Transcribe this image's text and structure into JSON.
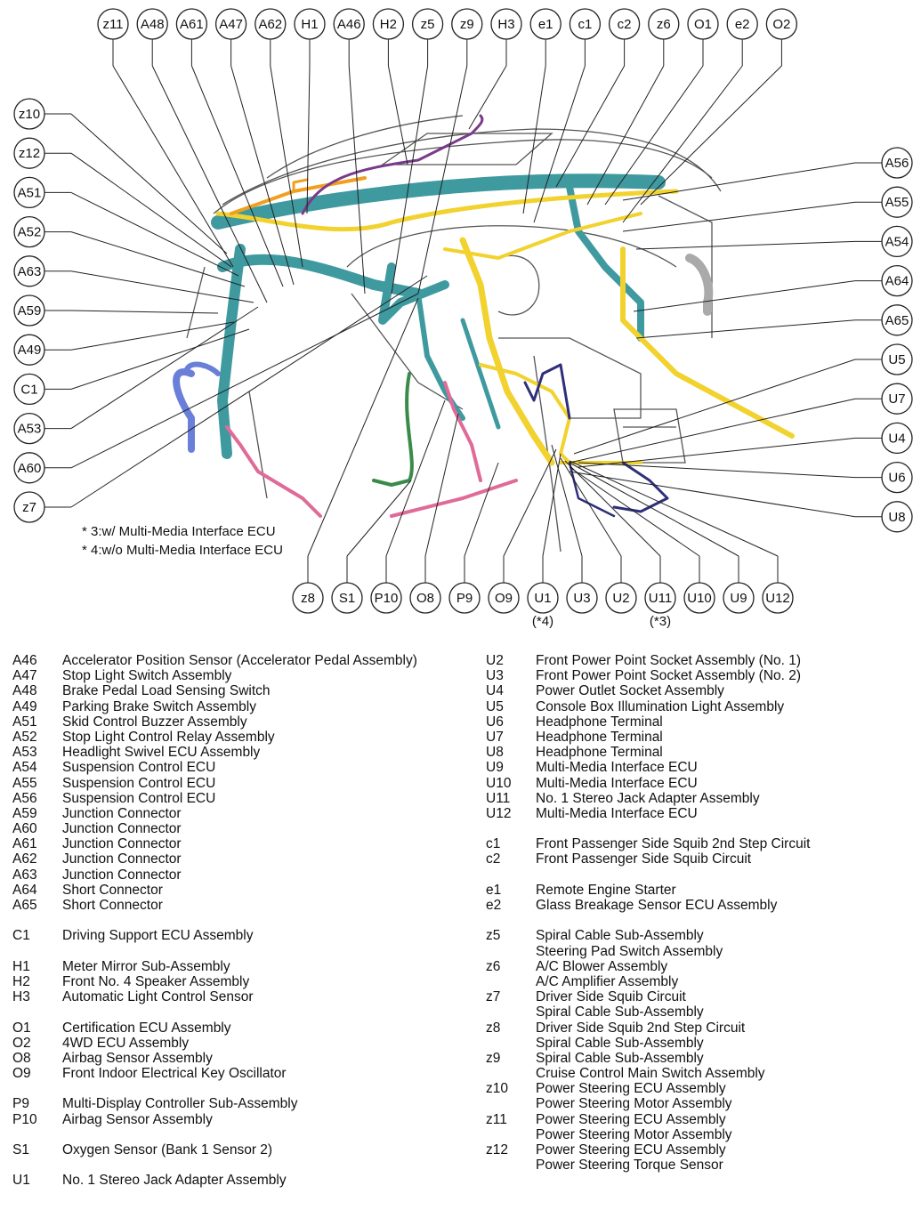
{
  "callouts": {
    "top": [
      "z11",
      "A48",
      "A61",
      "A47",
      "A62",
      "H1",
      "A46",
      "H2",
      "z5",
      "z9",
      "H3",
      "e1",
      "c1",
      "c2",
      "z6",
      "O1",
      "e2",
      "O2"
    ],
    "left": [
      "z10",
      "z12",
      "A51",
      "A52",
      "A63",
      "A59",
      "A49",
      "C1",
      "A53",
      "A60",
      "z7"
    ],
    "right": [
      "A56",
      "A55",
      "A54",
      "A64",
      "A65",
      "U5",
      "U7",
      "U4",
      "U6",
      "U8"
    ],
    "bottom": [
      "z8",
      "S1",
      "P10",
      "O8",
      "P9",
      "O9",
      "U1",
      "U3",
      "U2",
      "U11",
      "U10",
      "U9",
      "U12"
    ]
  },
  "callout_subs": {
    "U1": "(*4)",
    "U11": "(*3)"
  },
  "notes": [
    "* 3:w/ Multi-Media Interface ECU",
    "* 4:w/o Multi-Media Interface ECU"
  ],
  "legend_left": [
    {
      "code": "A46",
      "desc": "Accelerator Position Sensor (Accelerator Pedal Assembly)"
    },
    {
      "code": "A47",
      "desc": "Stop Light Switch Assembly"
    },
    {
      "code": "A48",
      "desc": "Brake Pedal Load Sensing Switch"
    },
    {
      "code": "A49",
      "desc": "Parking Brake Switch Assembly"
    },
    {
      "code": "A51",
      "desc": "Skid Control Buzzer Assembly"
    },
    {
      "code": "A52",
      "desc": "Stop Light Control Relay Assembly"
    },
    {
      "code": "A53",
      "desc": "Headlight Swivel ECU Assembly"
    },
    {
      "code": "A54",
      "desc": "Suspension Control ECU"
    },
    {
      "code": "A55",
      "desc": "Suspension Control ECU"
    },
    {
      "code": "A56",
      "desc": "Suspension Control ECU"
    },
    {
      "code": "A59",
      "desc": "Junction Connector"
    },
    {
      "code": "A60",
      "desc": "Junction Connector"
    },
    {
      "code": "A61",
      "desc": "Junction Connector"
    },
    {
      "code": "A62",
      "desc": "Junction Connector"
    },
    {
      "code": "A63",
      "desc": "Junction Connector"
    },
    {
      "code": "A64",
      "desc": "Short Connector"
    },
    {
      "code": "A65",
      "desc": "Short Connector"
    },
    {
      "gap": true
    },
    {
      "code": "C1",
      "desc": "Driving Support ECU Assembly"
    },
    {
      "gap": true
    },
    {
      "code": "H1",
      "desc": "Meter Mirror Sub-Assembly"
    },
    {
      "code": "H2",
      "desc": "Front No. 4 Speaker Assembly"
    },
    {
      "code": "H3",
      "desc": "Automatic Light Control Sensor"
    },
    {
      "gap": true
    },
    {
      "code": "O1",
      "desc": "Certification ECU Assembly"
    },
    {
      "code": "O2",
      "desc": "4WD ECU Assembly"
    },
    {
      "code": "O8",
      "desc": "Airbag Sensor Assembly"
    },
    {
      "code": "O9",
      "desc": "Front Indoor Electrical Key Oscillator"
    },
    {
      "gap": true
    },
    {
      "code": "P9",
      "desc": "Multi-Display Controller Sub-Assembly"
    },
    {
      "code": "P10",
      "desc": "Airbag Sensor Assembly"
    },
    {
      "gap": true
    },
    {
      "code": "S1",
      "desc": "Oxygen Sensor (Bank 1 Sensor 2)"
    },
    {
      "gap": true
    },
    {
      "code": "U1",
      "desc": "No. 1 Stereo Jack Adapter Assembly"
    }
  ],
  "legend_right": [
    {
      "code": "U2",
      "desc": "Front Power Point Socket Assembly (No. 1)"
    },
    {
      "code": "U3",
      "desc": "Front Power Point Socket Assembly (No. 2)"
    },
    {
      "code": "U4",
      "desc": "Power Outlet Socket Assembly"
    },
    {
      "code": "U5",
      "desc": "Console Box Illumination Light Assembly"
    },
    {
      "code": "U6",
      "desc": "Headphone Terminal"
    },
    {
      "code": "U7",
      "desc": "Headphone Terminal"
    },
    {
      "code": "U8",
      "desc": "Headphone Terminal"
    },
    {
      "code": "U9",
      "desc": "Multi-Media Interface ECU"
    },
    {
      "code": "U10",
      "desc": "Multi-Media Interface ECU"
    },
    {
      "code": "U11",
      "desc": "No. 1 Stereo Jack Adapter Assembly"
    },
    {
      "code": "U12",
      "desc": "Multi-Media Interface ECU"
    },
    {
      "gap": true
    },
    {
      "code": "c1",
      "desc": "Front Passenger Side Squib 2nd Step Circuit"
    },
    {
      "code": "c2",
      "desc": "Front Passenger Side Squib Circuit"
    },
    {
      "gap": true
    },
    {
      "code": "e1",
      "desc": "Remote Engine Starter"
    },
    {
      "code": "e2",
      "desc": "Glass Breakage Sensor ECU Assembly"
    },
    {
      "gap": true
    },
    {
      "code": "z5",
      "desc": "Spiral Cable Sub-Assembly"
    },
    {
      "code": "",
      "desc": "Steering Pad Switch Assembly"
    },
    {
      "code": "z6",
      "desc": "A/C Blower Assembly"
    },
    {
      "code": "",
      "desc": "A/C Amplifier Assembly"
    },
    {
      "code": "z7",
      "desc": "Driver Side Squib Circuit"
    },
    {
      "code": "",
      "desc": "Spiral Cable Sub-Assembly"
    },
    {
      "code": "z8",
      "desc": "Driver Side Squib 2nd Step Circuit"
    },
    {
      "code": "",
      "desc": "Spiral Cable Sub-Assembly"
    },
    {
      "code": "z9",
      "desc": "Spiral Cable Sub-Assembly"
    },
    {
      "code": "",
      "desc": "Cruise Control Main Switch Assembly"
    },
    {
      "code": "z10",
      "desc": "Power Steering ECU Assembly"
    },
    {
      "code": "",
      "desc": "Power Steering Motor Assembly"
    },
    {
      "code": "z11",
      "desc": "Power Steering ECU Assembly"
    },
    {
      "code": "",
      "desc": "Power Steering Motor Assembly"
    },
    {
      "code": "z12",
      "desc": "Power Steering ECU Assembly"
    },
    {
      "code": "",
      "desc": "Power Steering Torque Sensor"
    }
  ],
  "colors": {
    "teal": "#3f9aa0",
    "yellow": "#f2d22e",
    "orange": "#f0a020",
    "purple": "#7a3a8a",
    "navy": "#2e2f7a",
    "pink": "#e06a98",
    "green": "#3a8a4a",
    "blue": "#6a80d8",
    "line": "#222222"
  }
}
